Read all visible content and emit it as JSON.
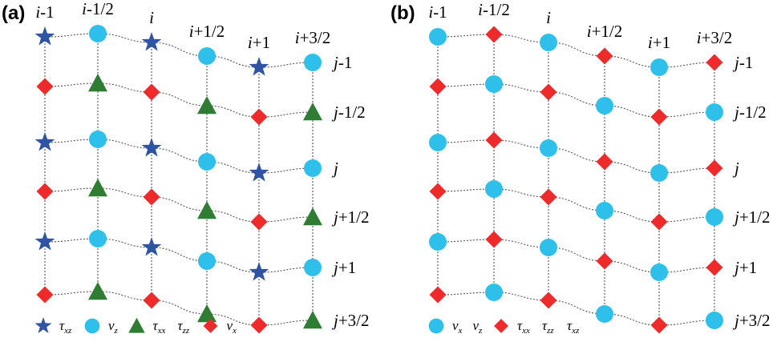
{
  "colors": {
    "star": "#2e54a3",
    "circle": "#2ec0ea",
    "triangle": "#2e7d32",
    "diamond": "#ef2a2a"
  },
  "panels": [
    {
      "label": "(a)",
      "col_labels": [
        "i-1",
        "i-1/2",
        "i",
        "i+1/2",
        "i+1",
        "i+3/2"
      ],
      "row_labels": [
        "j-1",
        "j-1/2",
        "j",
        "j+1/2",
        "j+1",
        "j+3/2"
      ],
      "grid": [
        [
          "star",
          "circle",
          "star",
          "circle",
          "star",
          "circle"
        ],
        [
          "diamond",
          "triangle",
          "diamond",
          "triangle",
          "diamond",
          "triangle"
        ],
        [
          "star",
          "circle",
          "star",
          "circle",
          "star",
          "circle"
        ],
        [
          "diamond",
          "triangle",
          "diamond",
          "triangle",
          "diamond",
          "triangle"
        ],
        [
          "star",
          "circle",
          "star",
          "circle",
          "star",
          "circle"
        ],
        [
          "diamond",
          "triangle",
          "diamond",
          "triangle",
          "diamond",
          "triangle"
        ]
      ],
      "legend": [
        {
          "marker": "star",
          "symbols": [
            {
              "base": "τ",
              "sub": "xz"
            }
          ]
        },
        {
          "marker": "circle",
          "symbols": [
            {
              "base": "v",
              "sub": "z"
            }
          ]
        },
        {
          "marker": "triangle",
          "symbols": [
            {
              "base": "τ",
              "sub": "xx"
            },
            {
              "base": "τ",
              "sub": "zz"
            }
          ]
        },
        {
          "marker": "diamond",
          "symbols": [
            {
              "base": "v",
              "sub": "x"
            }
          ]
        }
      ]
    },
    {
      "label": "(b)",
      "col_labels": [
        "i-1",
        "i-1/2",
        "i",
        "i+1/2",
        "i+1",
        "i+3/2"
      ],
      "row_labels": [
        "j-1",
        "j-1/2",
        "j",
        "j+1/2",
        "j+1",
        "j+3/2"
      ],
      "grid": [
        [
          "circle",
          "diamond",
          "circle",
          "diamond",
          "circle",
          "diamond"
        ],
        [
          "diamond",
          "circle",
          "diamond",
          "circle",
          "diamond",
          "circle"
        ],
        [
          "circle",
          "diamond",
          "circle",
          "diamond",
          "circle",
          "diamond"
        ],
        [
          "diamond",
          "circle",
          "diamond",
          "circle",
          "diamond",
          "circle"
        ],
        [
          "circle",
          "diamond",
          "circle",
          "diamond",
          "circle",
          "diamond"
        ],
        [
          "diamond",
          "circle",
          "diamond",
          "circle",
          "diamond",
          "circle"
        ]
      ],
      "legend": [
        {
          "marker": "circle",
          "symbols": [
            {
              "base": "v",
              "sub": "x"
            },
            {
              "base": "v",
              "sub": "z"
            }
          ]
        },
        {
          "marker": "diamond",
          "symbols": [
            {
              "base": "τ",
              "sub": "xx"
            },
            {
              "base": "τ",
              "sub": "zz"
            },
            {
              "base": "τ",
              "sub": "xz"
            }
          ]
        }
      ]
    }
  ]
}
